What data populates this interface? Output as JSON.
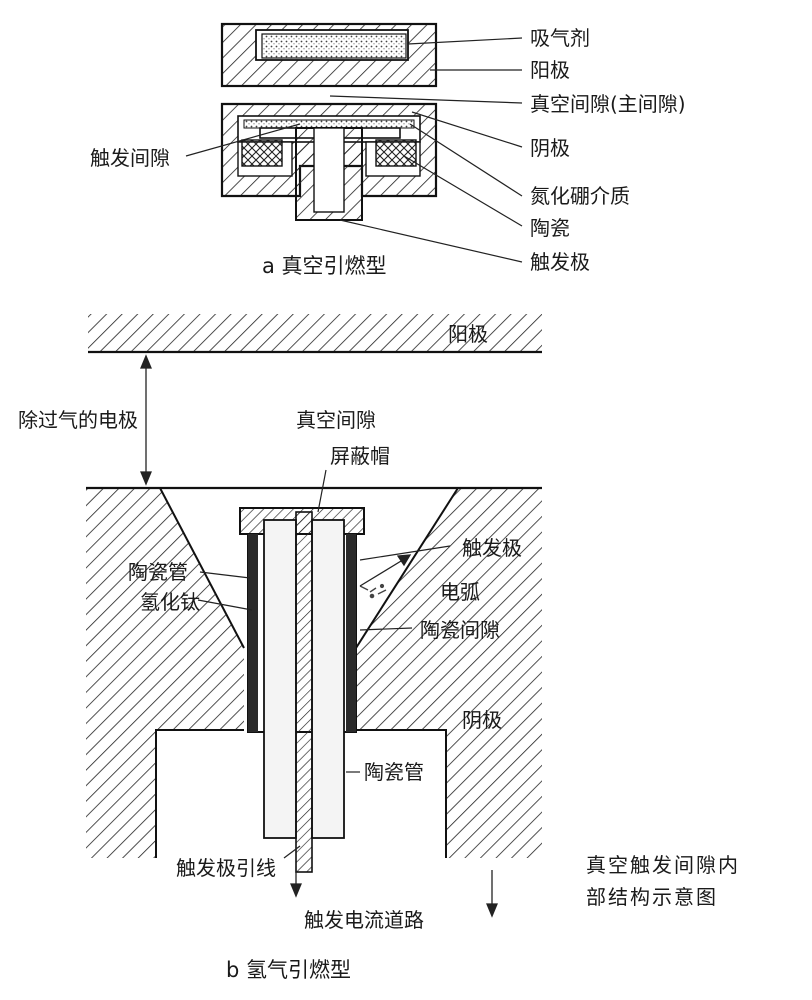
{
  "part_a": {
    "labels": {
      "getter": "吸气剂",
      "anode": "阳极",
      "main_gap": "真空间隙(主间隙)",
      "cathode": "阴极",
      "trigger_gap": "触发间隙",
      "boron_nitride": "氮化硼介质",
      "ceramic": "陶瓷",
      "trigger_electrode": "触发极"
    },
    "caption": "a 真空引燃型"
  },
  "part_b": {
    "labels": {
      "anode": "阳极",
      "degassed_electrode": "除过气的电极",
      "vacuum_gap": "真空间隙",
      "shield_cap": "屏蔽帽",
      "ceramic_tube_upper": "陶瓷管",
      "titanium_hydride": "氢化钛",
      "trigger_electrode": "触发极",
      "arc": "电弧",
      "ceramic_gap": "陶瓷间隙",
      "cathode": "阴极",
      "ceramic_tube_lower": "陶瓷管",
      "trigger_lead": "触发极引线",
      "trigger_current_path": "触发电流道路"
    },
    "caption": "b 氢气引燃型"
  },
  "figure_note": {
    "line1": "真空触发间隙内",
    "line2": "部结构示意图"
  }
}
